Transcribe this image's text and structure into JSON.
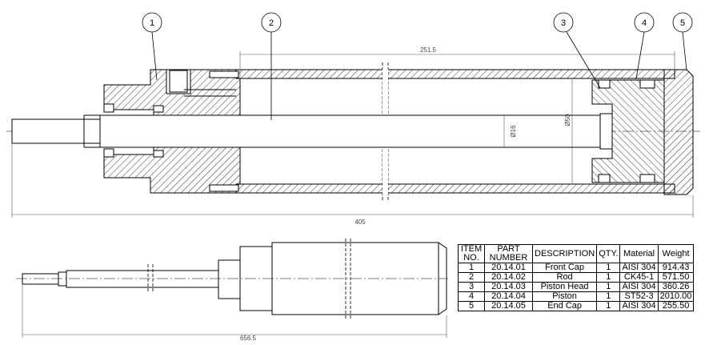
{
  "balloons": [
    "1",
    "2",
    "3",
    "4",
    "5"
  ],
  "dimensions": {
    "cylinder_length": "251.5",
    "overall_length": "405",
    "rod_diameter": "Ø16",
    "bore_diameter": "Ø50",
    "extended_length": "656.5"
  },
  "bom": {
    "headers": [
      "ITEM NO.",
      "PART NUMBER",
      "DESCRIPTION",
      "QTY.",
      "Material",
      "Weight"
    ],
    "rows": [
      [
        "1",
        "20.14.01",
        "Front Cap",
        "1",
        "AISI 304",
        "914.43"
      ],
      [
        "2",
        "20.14.02",
        "Rod",
        "1",
        "CK45-1",
        "571.50"
      ],
      [
        "3",
        "20.14.03",
        "Piston Head",
        "1",
        "AISI 304",
        "360.26"
      ],
      [
        "4",
        "20.14.04",
        "Piston",
        "1",
        "ST52-3",
        "2010.00"
      ],
      [
        "5",
        "20.14.05",
        "End Cap",
        "1",
        "AISI 304",
        "255.50"
      ]
    ]
  },
  "colors": {
    "line": "#000000",
    "dimension": "#555555",
    "hatch": "#000000",
    "background": "#ffffff"
  }
}
